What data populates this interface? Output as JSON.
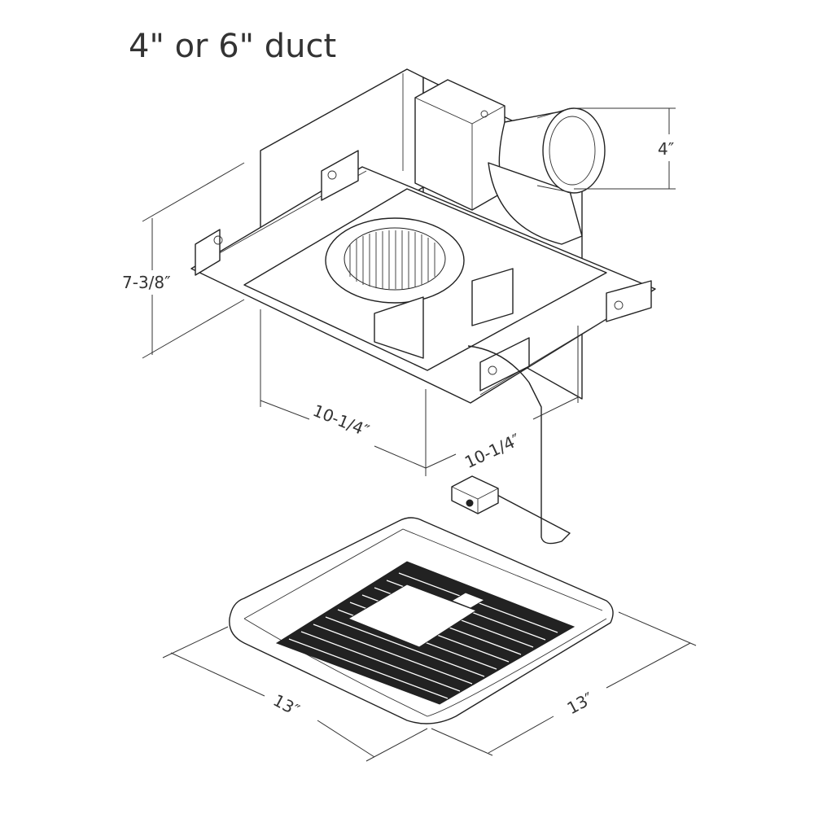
{
  "title": "4\" or 6\" duct",
  "dimensions": {
    "duct_diameter": "4″",
    "height": "7-3/8″",
    "housing_width": "10-1/4″",
    "housing_depth": "10-1/4″",
    "grille_width": "13″",
    "grille_depth": "13″"
  }
}
